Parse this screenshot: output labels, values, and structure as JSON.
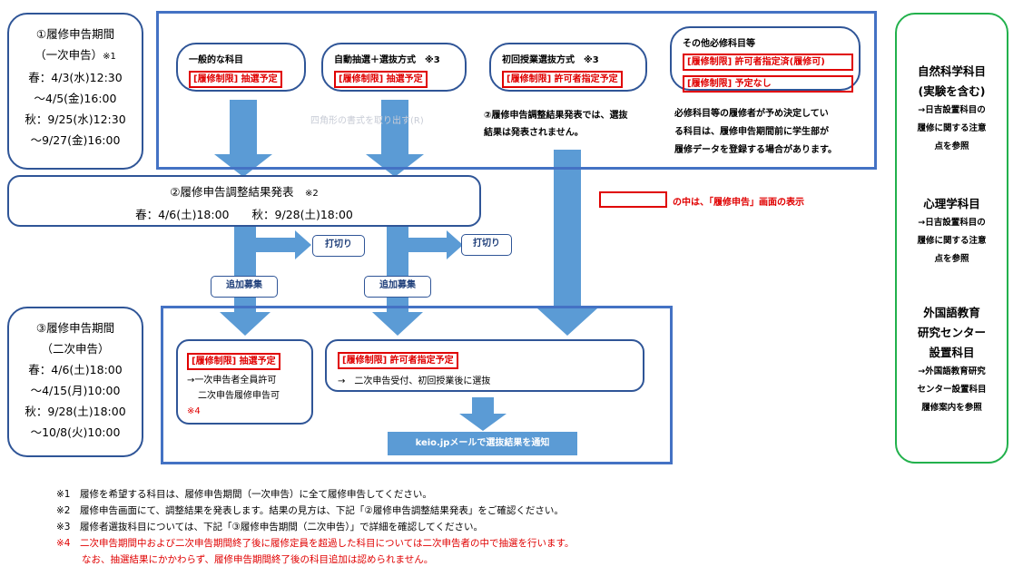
{
  "period1": {
    "title": "①履修申告期間",
    "subtitle": "（一次申告）",
    "note_mark": "※1",
    "spring_start": "春：4/3(水)12:30",
    "spring_end": "〜4/5(金)16:00",
    "autumn_start": "秋：9/25(水)12:30",
    "autumn_end": "〜9/27(金)16:00"
  },
  "categories": {
    "general": {
      "label": "一般的な科目",
      "tag": "[履修制限] 抽選予定"
    },
    "auto": {
      "label": "自動抽選＋選抜方式",
      "mark": "※3",
      "tag": "[履修制限] 抽選予定"
    },
    "first_class": {
      "label": "初回授業選抜方式",
      "mark": "※3",
      "tag": "[履修制限] 許可者指定予定"
    },
    "other_required": {
      "label": "その他必修科目等",
      "tag1": "[履修制限] 許可者指定済(履修可)",
      "tag2": "[履修制限] 予定なし"
    }
  },
  "notice_first_class": {
    "line1": "②履修申告調整結果発表では、選抜",
    "line2": "結果は発表されません。"
  },
  "notice_required": {
    "line1": "必修科目等の履修者が予め決定してい",
    "line2": "る科目は、履修申告期間前に学生部が",
    "line3": "履修データを登録する場合があります。"
  },
  "ghost_text": "四角形の書式を取り出す(R)",
  "legend": {
    "text": "の中は、「履修申告」画面の表示"
  },
  "result": {
    "title": "②履修申告調整結果発表",
    "mark": "※2",
    "spring": "春：4/6(土)18:00",
    "autumn": "秋：9/28(土)18:00"
  },
  "cutoff_label": "打切り",
  "additional_label": "追加募集",
  "period3": {
    "title": "③履修申告期間",
    "subtitle": "（二次申告）",
    "spring_start": "春：4/6(土)18:00",
    "spring_end": "〜4/15(月)10:00",
    "autumn_start": "秋：9/28(土)18:00",
    "autumn_end": "〜10/8(火)10:00"
  },
  "second_lottery": {
    "tag": "[履修制限] 抽選予定",
    "line1": "→一次申告者全員許可",
    "line2": "二次申告履修申告可",
    "mark": "※4"
  },
  "second_permit": {
    "tag": "[履修制限] 許可者指定予定",
    "line1": "→　二次申告受付、初回授業後に選抜"
  },
  "mail_notice": "keio.jpメールで選抜結果を通知",
  "subjects": [
    {
      "title_lines": [
        "自然科学科目",
        "(実験を含む)"
      ],
      "sub_lines": [
        "→日吉設置科目の",
        "履修に関する注意",
        "点を参照"
      ]
    },
    {
      "title_lines": [
        "心理学科目"
      ],
      "sub_lines": [
        "→日吉設置科目の",
        "履修に関する注意",
        "点を参照"
      ]
    },
    {
      "title_lines": [
        "外国語教育",
        "研究センター",
        "設置科目"
      ],
      "sub_lines": [
        "→外国語教育研究",
        "センター設置科目",
        "履修案内を参照"
      ]
    }
  ],
  "notes": [
    {
      "mark": "※1",
      "text": "履修を希望する科目は、履修申告期間（一次申告）に全て履修申告してください。"
    },
    {
      "mark": "※2",
      "text": "履修申告画面にて、調整結果を発表します。結果の見方は、下記「②履修申告調整結果発表」をご確認ください。"
    },
    {
      "mark": "※3",
      "text": "履修者選抜科目については、下記「③履修申告期間（二次申告）」で詳細を確認してください。"
    },
    {
      "mark": "※4",
      "text": "二次申告期間中および二次申告期間終了後に履修定員を超過した科目については二次申告者の中で抽選を行います。"
    },
    {
      "mark": "",
      "text": "なお、抽選結果にかかわらず、履修申告期間終了後の科目追加は認められません。"
    }
  ],
  "colors": {
    "arrow": "#5b9bd5",
    "frame": "#4472c4",
    "accent_red": "#e00000",
    "green": "#22b14c"
  }
}
